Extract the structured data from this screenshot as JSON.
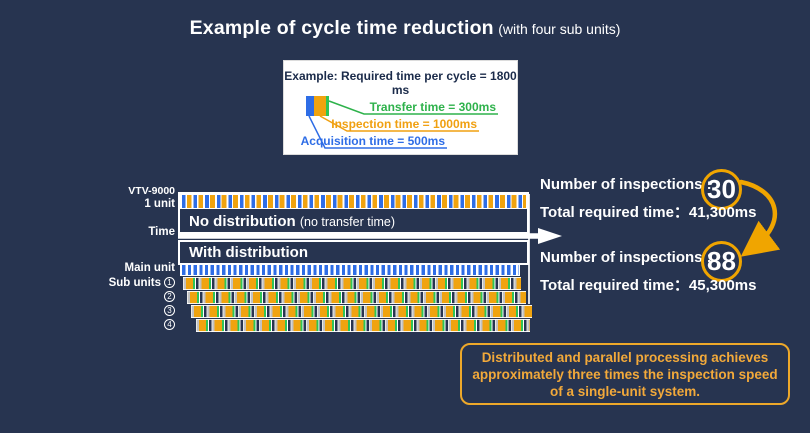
{
  "title": {
    "main": "Example of cycle time reduction",
    "sub": "(with four sub units)"
  },
  "legend": {
    "heading": "Example: Required time per cycle = 1800 ms",
    "items": [
      {
        "name": "transfer",
        "label": "Transfer time = 300ms",
        "color": "#2eb24b"
      },
      {
        "name": "inspection",
        "label": "Inspection time = 1000ms",
        "color": "#f0a011"
      },
      {
        "name": "acquisition",
        "label": "Acquisition time = 500ms",
        "color": "#2e6de6"
      }
    ]
  },
  "timeline": {
    "unit_label_line1": "VTV-9000",
    "unit_label_line2": "1 unit",
    "time_label": "Time",
    "main_unit_label": "Main unit",
    "sub_units_label": "Sub units",
    "sub_rows": [
      {
        "num": "1"
      },
      {
        "num": "2"
      },
      {
        "num": "3"
      },
      {
        "num": "4"
      }
    ],
    "no_distribution_label": "No distribution",
    "no_distribution_note": "(no transfer time)",
    "with_distribution_label": "With distribution"
  },
  "results": [
    {
      "inspections_label": "Number of inspections :",
      "inspections_value": "30",
      "time_label": "Total required time：",
      "time_value": "41,300ms"
    },
    {
      "inspections_label": "Number of inspections :",
      "inspections_value": "88",
      "time_label": "Total required time：",
      "time_value": "45,300ms"
    }
  ],
  "callout": {
    "lines": [
      "Distributed and parallel processing achieves",
      "approximately three times the inspection speed",
      "of a single-unit system."
    ]
  },
  "chart_data": {
    "type": "timeline",
    "cycle_breakdown_ms": {
      "acquisition": 500,
      "inspection": 1000,
      "transfer": 300,
      "total_per_cycle": 1800
    },
    "no_distribution": {
      "inspections": 30,
      "total_required_time_ms": 41300
    },
    "with_distribution": {
      "inspections": 88,
      "total_required_time_ms": 45300,
      "sub_units": 4
    }
  },
  "colors": {
    "background": "#273450",
    "orange": "#F0A30F",
    "blue": "#2E6DE6",
    "green": "#2FC457",
    "accent_circle": "#F0A500",
    "callout": "#F0A826"
  }
}
